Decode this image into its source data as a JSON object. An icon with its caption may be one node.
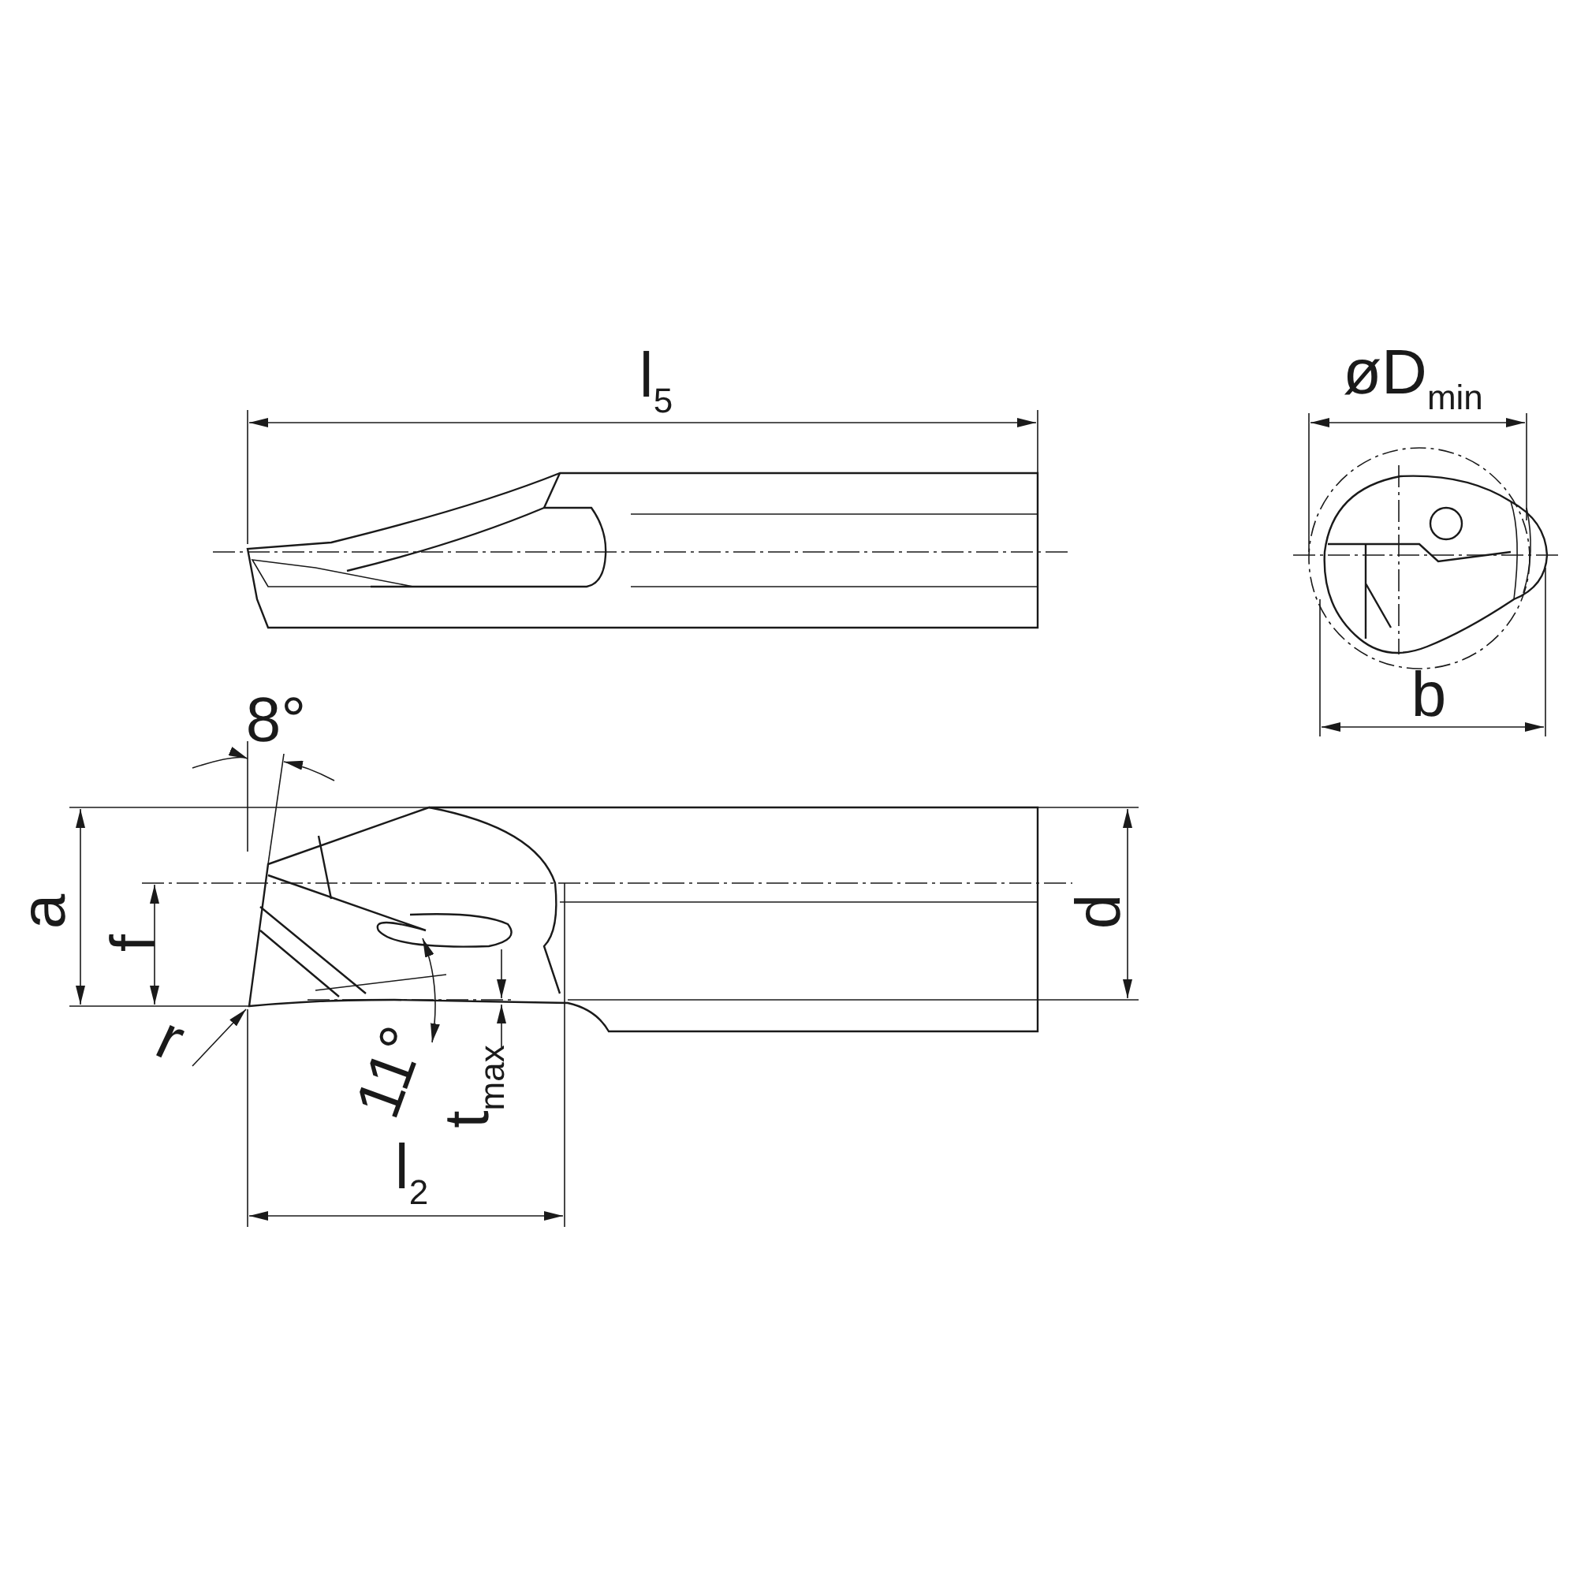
{
  "diagram": {
    "labels": [
      "l$_{5}$",
      "øD$_{min}$",
      "8°",
      "b",
      "a",
      "f",
      "d",
      "r",
      "11°",
      "t$_{max}$",
      "l$_{2}$"
    ]
  }
}
